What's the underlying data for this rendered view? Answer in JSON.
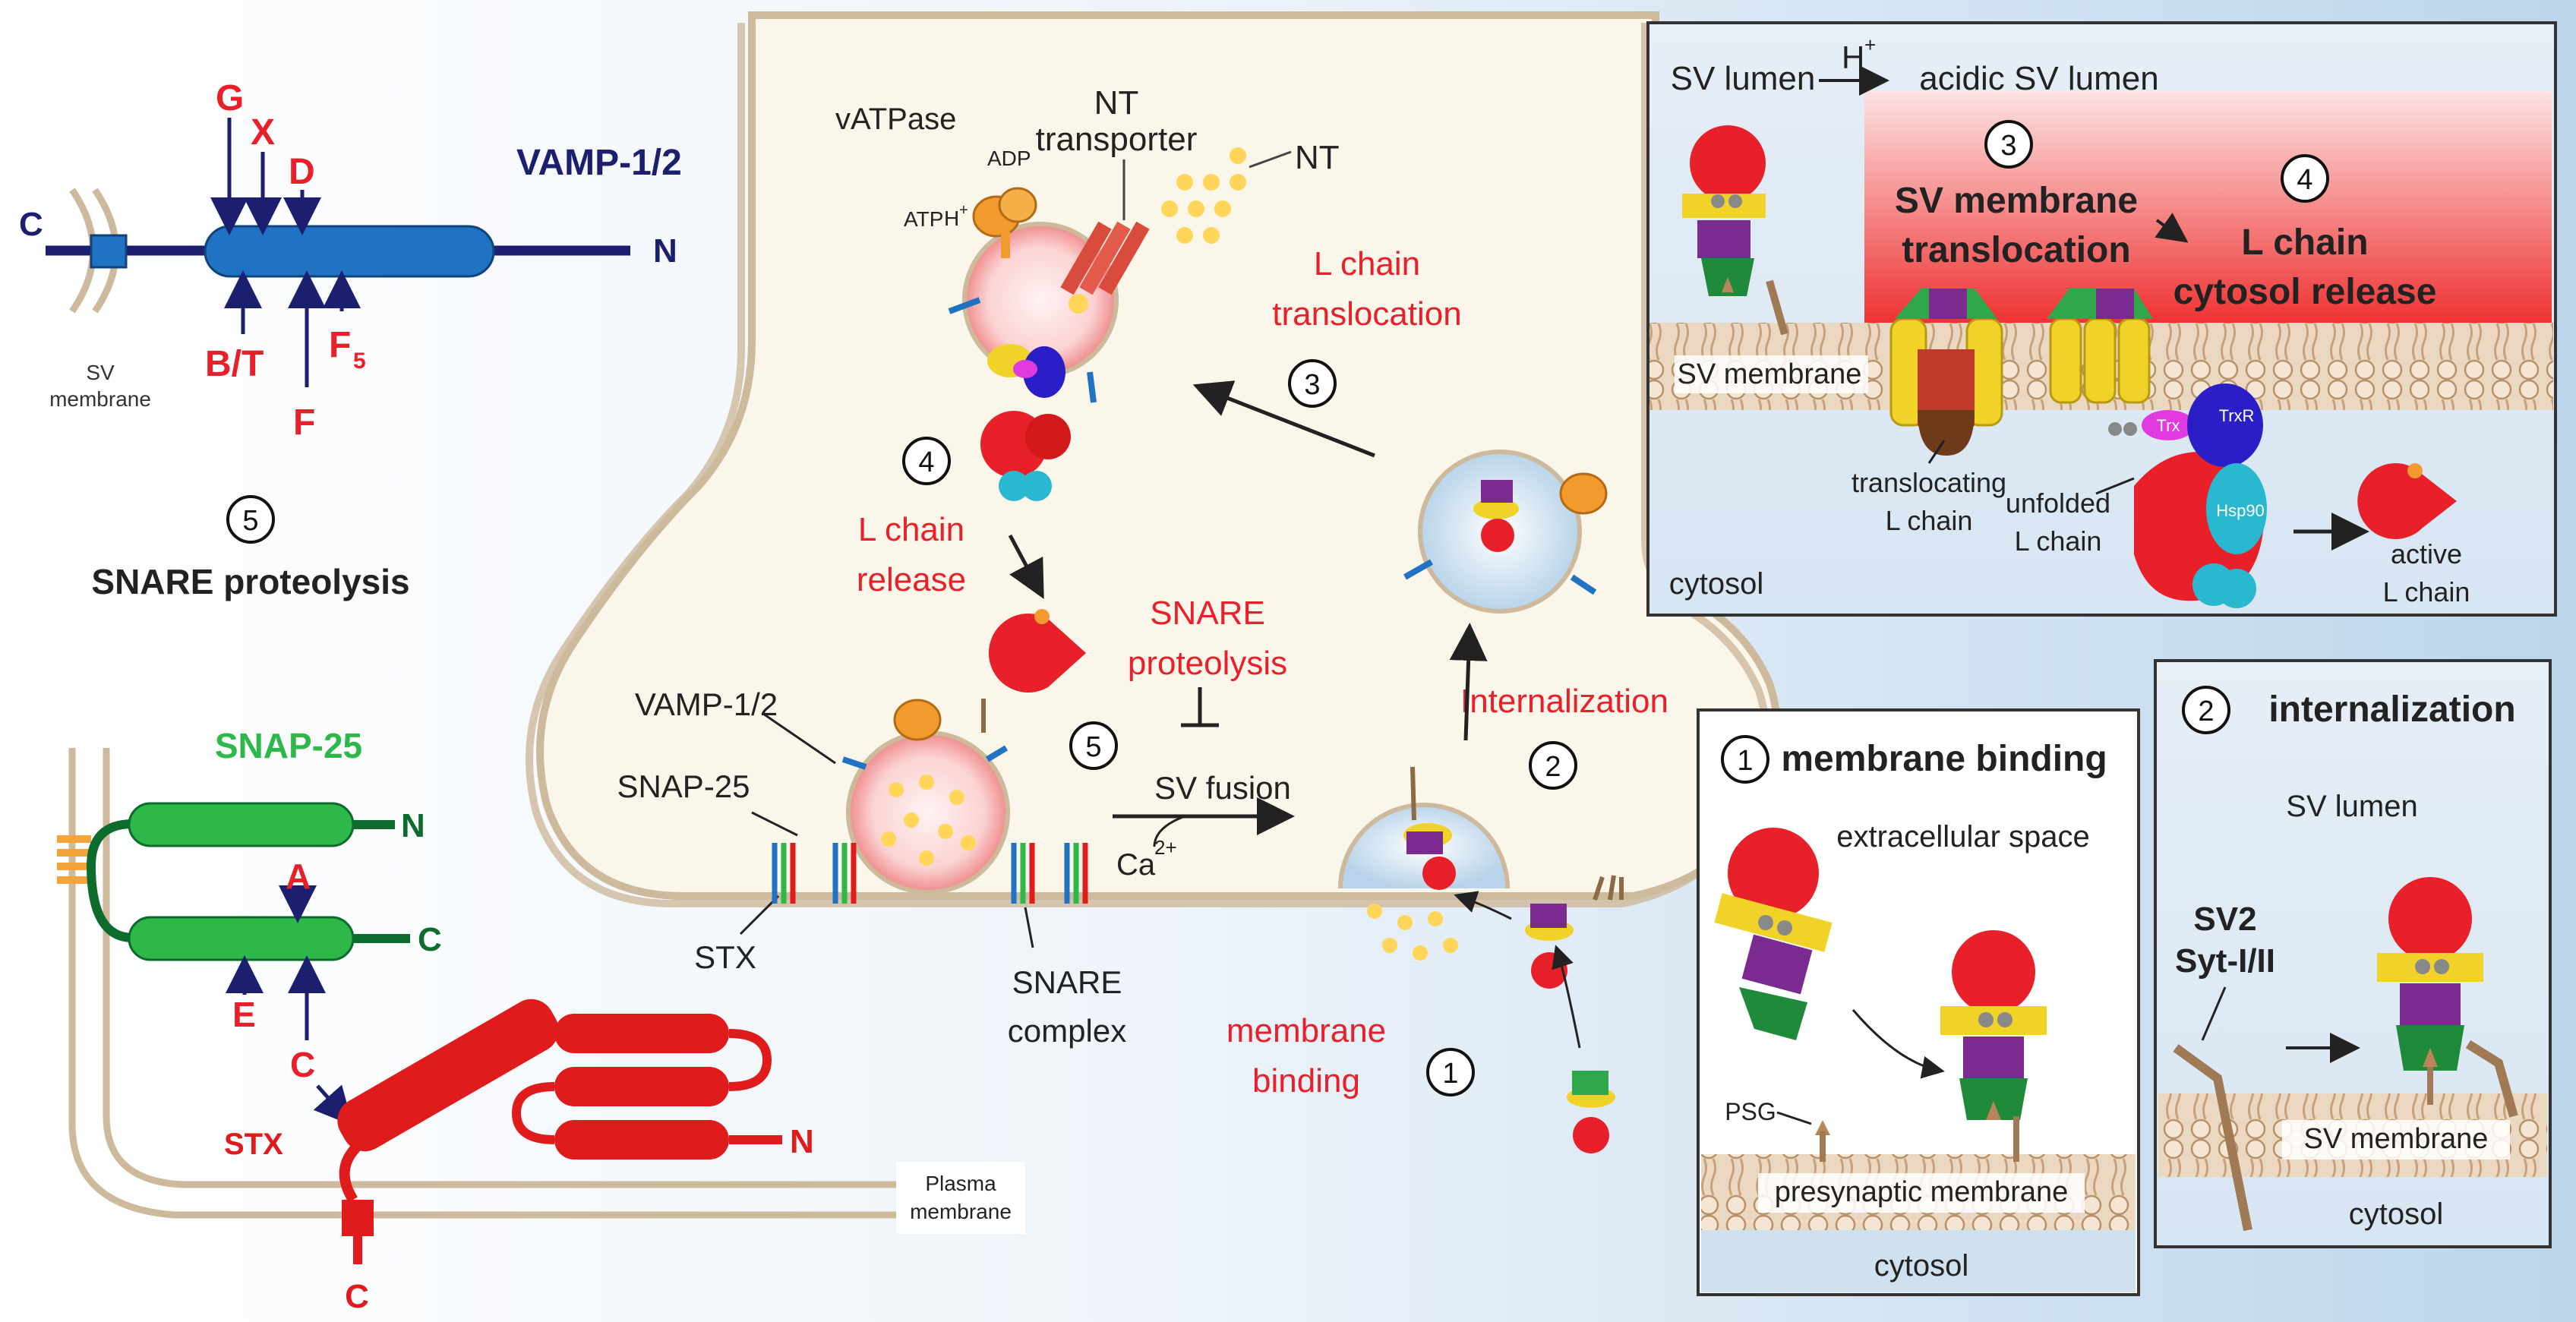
{
  "colors": {
    "red": "#e8202a",
    "navy": "#1b1f6e",
    "vamp_blue": "#1f73c2",
    "snap_green": "#2eb84a",
    "snap_dark": "#0d6b2d",
    "stx_red": "#e01b1b",
    "membrane_tan": "#cdb99c",
    "cytoplasm": "#fbf6ea",
    "bg_blue": "#c6dcef"
  },
  "vamp": {
    "title": "VAMP-1/2",
    "c_term": "C",
    "n_term": "N",
    "sv_membrane": [
      "SV",
      "membrane"
    ],
    "sites_top": [
      "G",
      "X",
      "D"
    ],
    "sites_bottom": [
      "B/T",
      "F",
      "F",
      "5"
    ]
  },
  "snare_proteolysis": {
    "step": "5",
    "label": "SNARE proteolysis"
  },
  "snap25": {
    "title": "SNAP-25",
    "n_term": "N",
    "c_term": "C",
    "site_a": "A",
    "site_e": "E",
    "site_c": "C"
  },
  "stx": {
    "title": "STX",
    "n_term": "N",
    "c_term": "C",
    "plasma_membrane": [
      "Plasma",
      "membrane"
    ]
  },
  "neuron": {
    "nt_transporter": [
      "NT",
      "transporter"
    ],
    "vatpase": "vATPase",
    "nt": "NT",
    "h_plus": "H",
    "plus_sup": "+",
    "adp": "ADP",
    "atp": "ATP",
    "l_chain_translocation": [
      "L chain",
      "translocation"
    ],
    "step3": "3",
    "step4": "4",
    "l_chain_release": [
      "L chain",
      "release"
    ],
    "snare_proteolysis": [
      "SNARE",
      "proteolysis"
    ],
    "vamp": "VAMP-1/2",
    "snap25": "SNAP-25",
    "stx": "STX",
    "step5": "5",
    "sv_fusion": "SV fusion",
    "ca": "Ca",
    "ca_sup": "2+",
    "snare_complex": [
      "SNARE",
      "complex"
    ],
    "internalization": "Internalization",
    "step2": "2",
    "membrane_binding": [
      "membrane",
      "binding"
    ],
    "step1": "1"
  },
  "panel_translocation": {
    "sv_lumen": "SV lumen",
    "h_plus": "H",
    "plus_sup": "+",
    "acidic": "acidic SV lumen",
    "step3": "3",
    "sv_membrane_translocation": [
      "SV membrane",
      "translocation"
    ],
    "step4": "4",
    "l_chain_cytosol_release": [
      "L chain",
      "cytosol release"
    ],
    "sv_membrane": "SV membrane",
    "translocating": [
      "translocating",
      "L chain"
    ],
    "unfolded": [
      "unfolded",
      "L chain"
    ],
    "active": [
      "active",
      "L chain"
    ],
    "cytosol": "cytosol",
    "trx": "Trx",
    "trxr": "TrxR",
    "hsp90": "Hsp90"
  },
  "panel_binding": {
    "step": "1",
    "title": "membrane binding",
    "extracellular": "extracellular space",
    "psg": "PSG",
    "presynaptic": "presynaptic membrane",
    "cytosol": "cytosol"
  },
  "panel_internalization": {
    "step": "2",
    "title": "internalization",
    "sv_lumen": "SV lumen",
    "sv2": "SV2",
    "syt": "Syt-I/II",
    "sv_membrane": "SV membrane",
    "cytosol": "cytosol"
  }
}
